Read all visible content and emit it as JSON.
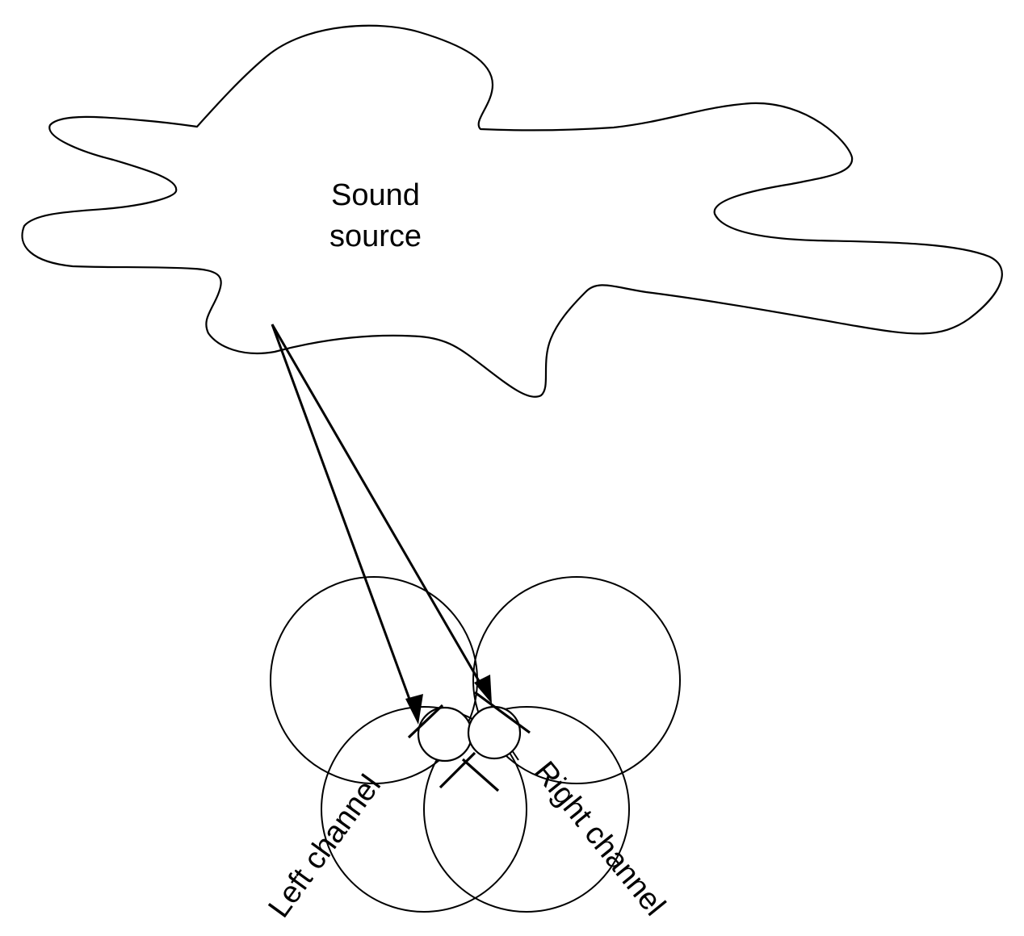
{
  "labels": {
    "source_line1": "Sound",
    "source_line2": "source",
    "left_channel": "Left channel",
    "right_channel": "Right channel"
  }
}
